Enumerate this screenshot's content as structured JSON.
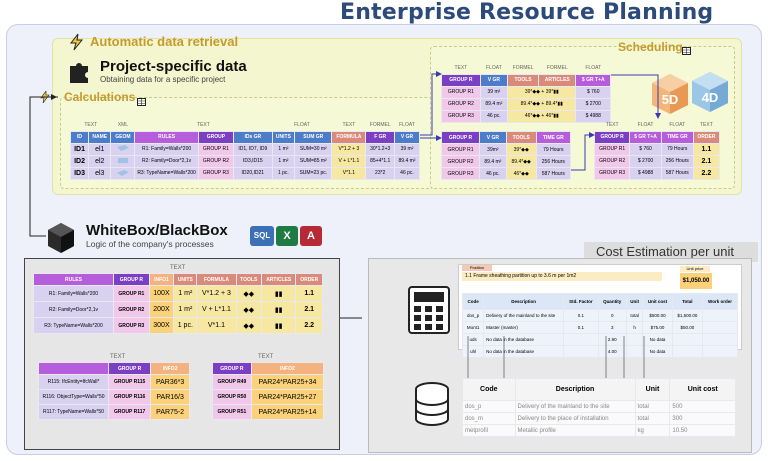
{
  "title": "Enterprise Resource Planning ERP",
  "auto_label": "Automatic data retrieval",
  "project": {
    "title": "Project-specific data",
    "subtitle": "Obtaining data for a specific project"
  },
  "calc_label": "Calculations",
  "sched_label": "Scheduling",
  "whitebox": {
    "title": "WhiteBox/BlackBox",
    "subtitle": "Logic of the company's processes"
  },
  "cost_title": "Cost Estimation per unit",
  "badges": {
    "sql": "SQL",
    "x": "X",
    "a": "A",
    "five_d": "5D",
    "four_d": "4D"
  },
  "calc_table": {
    "group_headers": [
      "TEXT",
      "XML",
      "TEXT",
      "FLOAT",
      "TEXT",
      "FORMEL",
      "FLOAT"
    ],
    "headers": [
      "ID",
      "NAME",
      "GEOM",
      "RULES",
      "GROUP",
      "IDs GR",
      "UNITS",
      "SUM GR",
      "FORMULA",
      "F GR",
      "V GR"
    ],
    "rows": [
      [
        "ID1",
        "el1",
        "",
        "R1: Family=Walls*200",
        "GROUP R1",
        "ID1, ID7, ID9",
        "1 m²",
        "SUM=30 m²",
        "V*1.2 + 3",
        "30*1.2+3",
        "39 m²"
      ],
      [
        "ID2",
        "el2",
        "",
        "R2: Family=Door*2,1v",
        "GROUP R2",
        "ID3,ID15",
        "1 m²",
        "SUM=85 m²",
        "V + L*1.1",
        "85+4*1.1",
        "89.4 m²"
      ],
      [
        "ID3",
        "el3",
        "",
        "R3: TypeName=Walls*200",
        "GROUP R3",
        "ID20,ID21",
        "1 pc.",
        "SUM=23 pc.",
        "V*1.1",
        "23*2",
        "46 pc."
      ]
    ]
  },
  "sched_top": {
    "group_headers": [
      "TEXT",
      "FLOAT",
      "FORMEL",
      "FORMEL",
      "FLOAT"
    ],
    "headers": [
      "GROUP R",
      "V GR",
      "TOOLS",
      "ARTICLES",
      "$ GR T+A"
    ],
    "rows": [
      [
        "GROUP R1",
        "39 m²",
        "39*◆◆ + 39*▮▮",
        "$ 760"
      ],
      [
        "GROUP R2",
        "89.4 m²",
        "89.4*◆◆ + 89.4*▮▮",
        "$ 2700"
      ],
      [
        "GROUP R3",
        "46 pc.",
        "46*◆◆ + 46*▮▮",
        "$ 4988"
      ]
    ]
  },
  "sched_mid": {
    "headers": [
      "GROUP R",
      "V GR",
      "TOOLS",
      "TIME GR"
    ],
    "rows": [
      [
        "GROUP R1",
        "39m²",
        "39*◆◆",
        "79 Hours"
      ],
      [
        "GROUP R2",
        "89.4 m²",
        "89.4*◆◆",
        "256 Hours"
      ],
      [
        "GROUP R3",
        "46 pc.",
        "46*◆◆",
        "587 Hours"
      ]
    ]
  },
  "sched_right": {
    "group_headers": [
      "TEXT",
      "FLOAT",
      "FLOAT",
      "TEXT"
    ],
    "headers": [
      "GROUP R",
      "$ GR T+A",
      "TIME GR",
      "ORDER"
    ],
    "rows": [
      [
        "GROUP R1",
        "$ 760",
        "79 Hours",
        "1.1"
      ],
      [
        "GROUP R2",
        "$ 2700",
        "256 Hours",
        "2.1"
      ],
      [
        "GROUP R3",
        "$ 4988",
        "587 Hours",
        "2.2"
      ]
    ]
  },
  "rules_table": {
    "group_header": "TEXT",
    "headers": [
      "RULES",
      "GROUP R",
      "INFO1",
      "UNITS",
      "FORMULA",
      "TOOLS",
      "ARTICLES",
      "ORDER"
    ],
    "rows": [
      [
        "R1: Family=Walls*200",
        "GROUP R1",
        "100X",
        "1 m²",
        "V*1.2 + 3",
        "◆◆",
        "▮▮",
        "1.1"
      ],
      [
        "R2: Family=Door*2,1v",
        "GROUP R2",
        "200X",
        "1 m²",
        "V + L*1.1",
        "◆◆",
        "▮▮",
        "2.1"
      ],
      [
        "R3: TypeName=Walls*200",
        "GROUP R3",
        "300X",
        "1 pc.",
        "V*1.1",
        "◆◆",
        "▮▮",
        "2.2"
      ]
    ]
  },
  "info_table": {
    "group_header": "TEXT",
    "headers": [
      "",
      "GROUP R",
      "INFO2"
    ],
    "rows": [
      [
        "R115: IfcEntity=IfcWall*",
        "GROUP R115",
        "PAR36*3"
      ],
      [
        "R116: ObjectType=Walls*50",
        "GROUP R116",
        "PAR16/3"
      ],
      [
        "R117: TypeName=Walls*50",
        "GROUP R117",
        "PAR75-2"
      ]
    ]
  },
  "par_table": {
    "group_header": "TEXT",
    "headers": [
      "GROUP R",
      "INFO2"
    ],
    "rows": [
      [
        "GROUP R49",
        "PAR24*PAR25+34"
      ],
      [
        "GROUP R50",
        "PAR24*PAR25+27"
      ],
      [
        "GROUP R51",
        "PAR24*PAR25+14"
      ]
    ]
  },
  "cost_doc": {
    "position_label": "Position",
    "position_text": "1.1 Frame sheathing partition up to 3.6 m per 1m2",
    "unit_price_label": "Unit price",
    "unit_price": "$1,050.00",
    "headers": [
      "Code",
      "Description",
      "Std. Factor",
      "Quantity",
      "Unit",
      "Unit cost",
      "Total",
      "Work order"
    ],
    "rows": [
      [
        "dos_p",
        "Delivery of the mainland to the site",
        "0.1",
        "0",
        "total",
        "$500.00",
        "$1,500.00",
        ""
      ],
      [
        "Mont1",
        "Master (master)",
        "0.1",
        "3",
        "h",
        "$75.00",
        "$50.00",
        ""
      ],
      [
        "uds",
        "No data in the database",
        "",
        "2.90",
        "",
        "No data",
        "",
        ""
      ],
      [
        "uhl",
        "No data in the database",
        "",
        "4.00",
        "",
        "No data",
        "",
        ""
      ]
    ]
  },
  "cost_db": {
    "headers": [
      "Code",
      "Description",
      "Unit",
      "Unit cost"
    ],
    "rows": [
      [
        "dos_p",
        "Delivery of the mainland to the site",
        "total",
        "500"
      ],
      [
        "dos_m",
        "Delivery to the place of installation",
        "total",
        "300"
      ],
      [
        "metprofil",
        "Metallic profile",
        "kg",
        "10.50"
      ]
    ]
  },
  "colors": {
    "title": "#2c4a7a",
    "accent": "#c69a2c",
    "purple": "#7b3fc4",
    "blue": "#4d7dc8"
  }
}
